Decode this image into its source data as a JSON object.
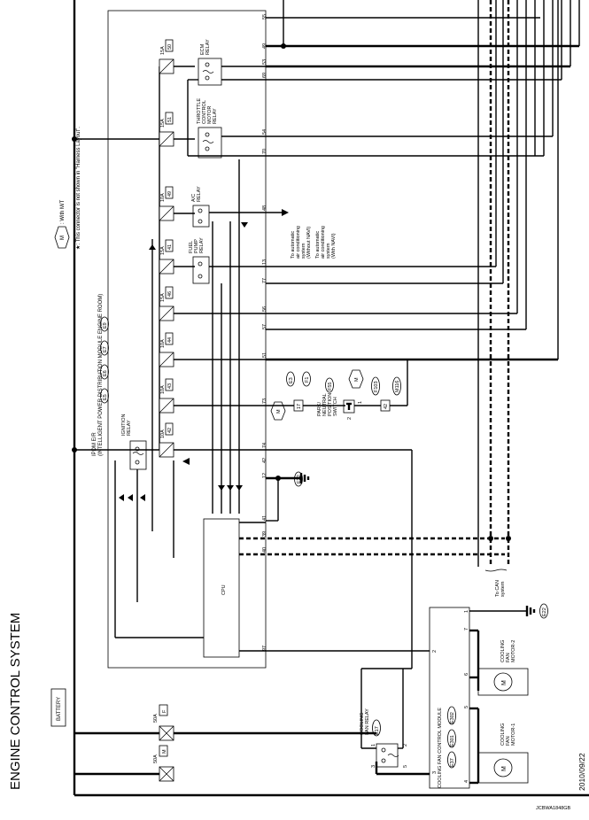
{
  "page_title": "ENGINE CONTROL SYSTEM",
  "date": "2010/09/22",
  "diagram_code": "JCBWA1848GB",
  "legend": {
    "mt_symbol": "M",
    "mt_text": ": With M/T",
    "star_note": "★: This connector is not shown in \"Harness Layout\"."
  },
  "battery_label": "BATTERY",
  "fuses_main": [
    {
      "amp": "50A",
      "id": "M"
    },
    {
      "amp": "50A",
      "id": "F"
    }
  ],
  "ipdm": {
    "line1": "IPDM E/R",
    "line2": "(INTELLIGENT POWER DISTRIBUTION MODULE ENGINE ROOM)",
    "connectors": [
      "E5",
      "E6",
      "E7",
      "E9"
    ]
  },
  "ipdm_fuses": [
    {
      "amp": "10A",
      "id": "42"
    },
    {
      "amp": "10A",
      "id": "43"
    },
    {
      "amp": "10A",
      "id": "44"
    },
    {
      "amp": "15A",
      "id": "46"
    },
    {
      "amp": "15A",
      "id": "41"
    },
    {
      "amp": "10A",
      "id": "49"
    },
    {
      "amp": "15A",
      "id": "51"
    },
    {
      "amp": "15A",
      "id": "50"
    }
  ],
  "relays": {
    "ignition": [
      "IGNITION",
      "RELAY"
    ],
    "fuel_pump": [
      "FUEL",
      "PUMP",
      "RELAY"
    ],
    "ac": [
      "A/C",
      "RELAY"
    ],
    "throttle": [
      "THROTTLE",
      "CONTROL",
      "MOTOR",
      "RELAY"
    ],
    "ecm": [
      "ECM",
      "RELAY"
    ]
  },
  "cpu_label": "CPU",
  "terminals": [
    "97",
    "40",
    "39",
    "41",
    "12",
    "42",
    "74",
    "73",
    "51",
    "57",
    "56",
    "77",
    "13",
    "48",
    "70",
    "54",
    "69",
    "53",
    "49",
    "55"
  ],
  "ac_note": [
    "To automatic",
    "air conditioning",
    "system",
    "(Without NAVI)"
  ],
  "navi_note": [
    "To automatic",
    "air conditioning",
    "system",
    "(With NAVI)"
  ],
  "park_switch": {
    "lines": [
      "PARK/",
      "NEUTRAL",
      "POSITION",
      "SWITCH"
    ],
    "connector": "F55",
    "mt": "M",
    "pins": [
      "2",
      "1"
    ]
  },
  "harness": {
    "e3": "E3",
    "f1": "F1",
    "pin17": "17",
    "f103": "F103",
    "m116": "M116",
    "pin42": "42",
    "mt": "M"
  },
  "ground_top": "E22",
  "ground_bottom": "E22",
  "can_note": [
    "To CAN",
    "system"
  ],
  "cooling_fan_relay": {
    "lines": [
      "COOLING",
      "FAN RELAY"
    ],
    "connector": "E17",
    "pins": [
      "1",
      "2",
      "3",
      "5"
    ]
  },
  "cfcm": {
    "label": "COOLING FAN CONTROL MODULE",
    "connectors": [
      "E37",
      "E301",
      "E302"
    ],
    "pins": [
      "1",
      "2",
      "3",
      "4",
      "5",
      "6",
      "7"
    ]
  },
  "fan_motor_1": [
    "COOLING",
    "FAN",
    "MOTOR-1"
  ],
  "fan_motor_2": [
    "COOLING",
    "FAN",
    "MOTOR-2"
  ],
  "motor_symbol": "M"
}
